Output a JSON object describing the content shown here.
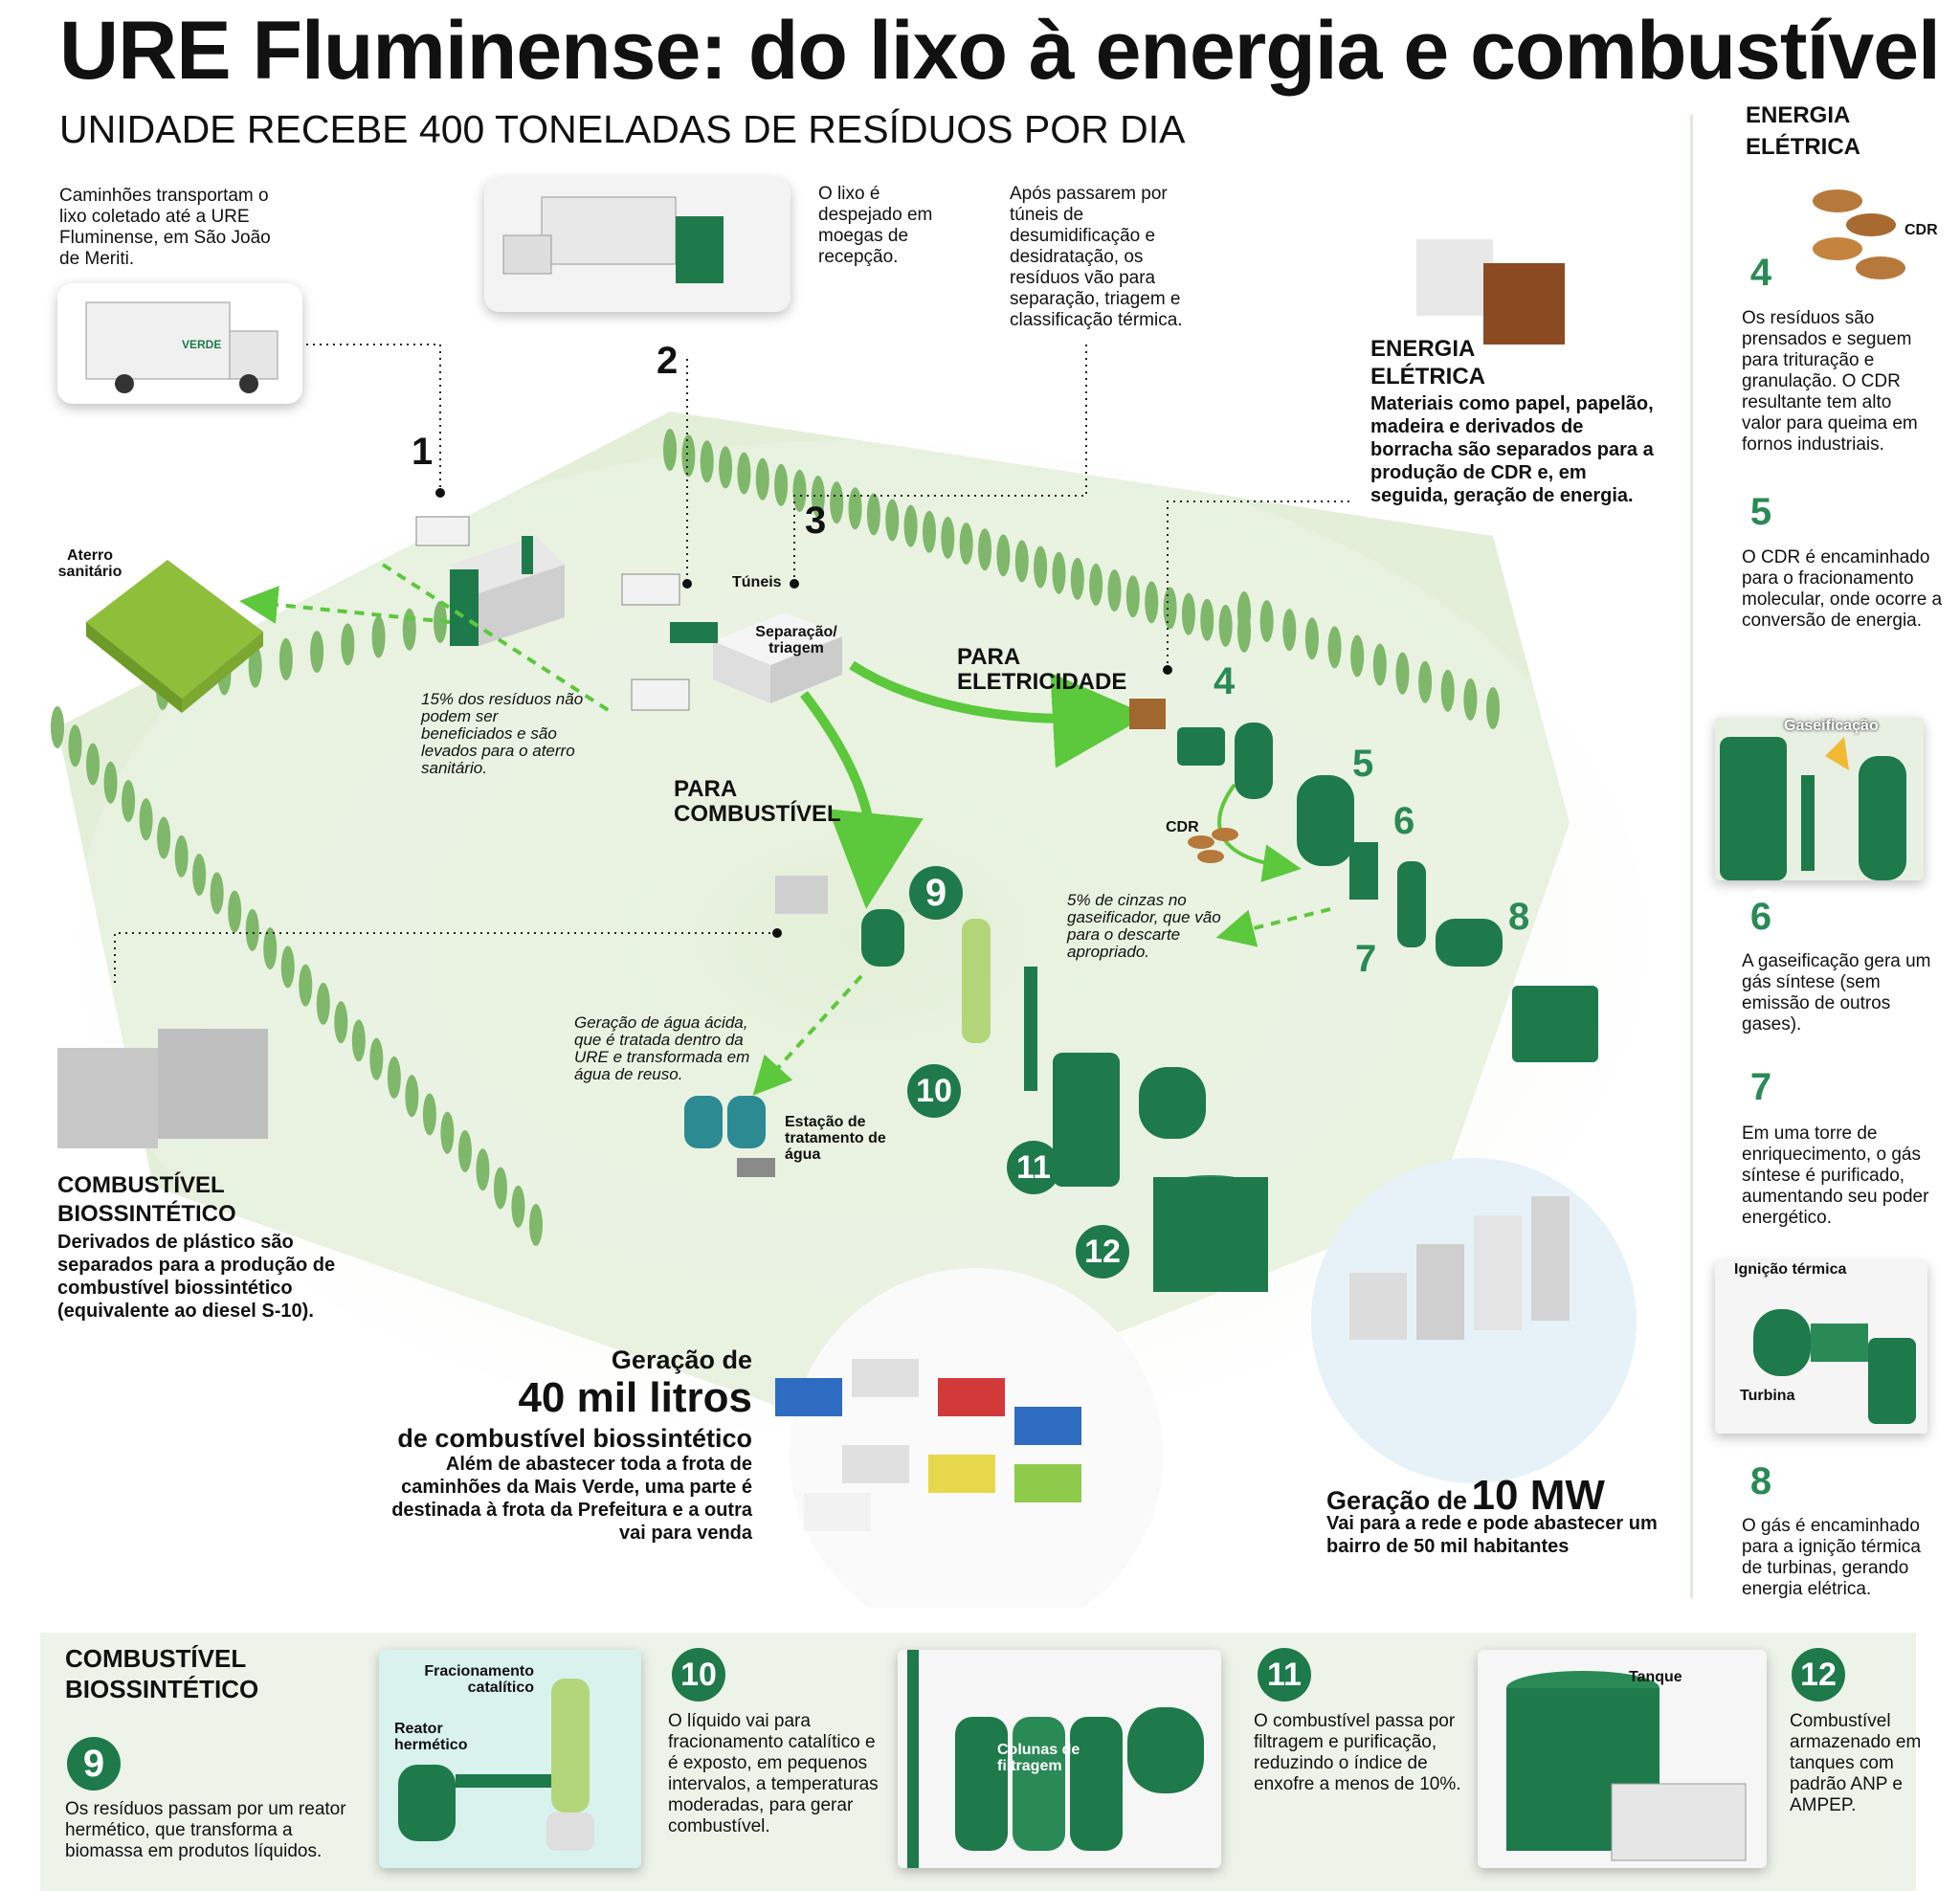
{
  "header": {
    "title": "URE Fluminense: do lixo à energia e combustível",
    "subtitle": "UNIDADE RECEBE 400 TONELADAS DE RESÍDUOS POR DIA"
  },
  "steps_top": {
    "s1_text": "Caminhões transportam o lixo coletado até a URE Fluminense, em São João de Meriti.",
    "s1_num": "1",
    "s2_text": "O lixo é despejado em moegas de recepção.",
    "s2_num": "2",
    "s3_text": "Após passarem por túneis de desumidificação e desidratação, os resíduos vão para separação, triagem e classificação térmica.",
    "s3_num": "3",
    "truck_brand": "VERDE"
  },
  "energy_block": {
    "title_line1": "ENERGIA",
    "title_line2": "ELÉTRICA",
    "text": "Materiais como papel, papelão, madeira e derivados de borracha são separados para a produção de CDR e, em seguida, geração de energia."
  },
  "map_labels": {
    "aterro": "Aterro sanitário",
    "aterro_note": "15% dos resíduos não podem ser beneficiados e são levados para o aterro sanitário.",
    "tuneis": "Túneis",
    "separacao": "Separação/ triagem",
    "para_eletricidade": "PARA ELETRICIDADE",
    "para_combustivel": "PARA COMBUSTÍVEL",
    "cdr": "CDR",
    "cinzas_note": "5% de cinzas no gaseificador, que vão para o descarte apropriado.",
    "agua_note": "Geração de água ácida, que é tratada dentro da URE e transformada em água de reuso.",
    "estacao": "Estação de tratamento de água",
    "n4": "4",
    "n5": "5",
    "n6": "6",
    "n7": "7",
    "n8": "8",
    "n9": "9",
    "n10": "10",
    "n11": "11",
    "n12": "12"
  },
  "fuel_block": {
    "title_line1": "COMBUSTÍVEL",
    "title_line2": "BIOSSINTÉTICO",
    "text": "Derivados de plástico são separados para a produção de combustível biossintético (equivalente ao diesel S-10)."
  },
  "fuel_output": {
    "line1": "Geração de",
    "line2": "40 mil litros",
    "line3": "de combustível biossintético",
    "text": "Além de abastecer toda a frota de caminhões da Mais Verde, uma parte é destinada à frota da Prefeitura e a outra vai para venda"
  },
  "power_output": {
    "prefix": "Geração de",
    "value": "10 MW",
    "text": "Vai para a rede e pode abastecer um bairro de 50 mil habitantes"
  },
  "sidebar": {
    "title_line1": "ENERGIA",
    "title_line2": "ELÉTRICA",
    "cdr_label": "CDR",
    "s4_num": "4",
    "s4_text": "Os resíduos são prensados e seguem para trituração e granulação. O CDR resultante tem alto valor para queima em fornos industriais.",
    "s5_num": "5",
    "s5_text": "O CDR é encaminhado para o fracionamento molecular, onde ocorre a conversão de energia.",
    "gaseificacao_label": "Gaseificação",
    "s6_num": "6",
    "s6_text": "A gaseificação gera um gás síntese (sem emissão de outros gases).",
    "s7_num": "7",
    "s7_text": "Em uma torre de enriquecimento, o gás síntese é purificado, aumentando seu poder energético.",
    "ignicao_label": "Ignição térmica",
    "turbina_label": "Turbina",
    "s8_num": "8",
    "s8_text": "O gás é encaminhado para a ignição térmica de turbinas, gerando energia elétrica."
  },
  "bottom": {
    "title_line1": "COMBUSTÍVEL",
    "title_line2": "BIOSSINTÉTICO",
    "s9_num": "9",
    "s9_text": "Os resíduos passam por um reator hermético, que transforma a biomassa em produtos líquidos.",
    "fracionamento_label": "Fracionamento catalítico",
    "reator_label": "Reator hermético",
    "s10_num": "10",
    "s10_text": "O líquido vai para fracionamento catalítico e é exposto, em pequenos intervalos, a temperaturas moderadas, para gerar combustível.",
    "colunas_label": "Colunas de filtragem",
    "s11_num": "11",
    "s11_text": "O combustível passa por filtragem e purificação, reduzindo o índice de enxofre a menos de 10%.",
    "tanque_label": "Tanque",
    "s12_num": "12",
    "s12_text": "Combustível armazenado em tanques com padrão ANP e AMPEP."
  },
  "colors": {
    "brand_green": "#1e7a4a",
    "arrow_green": "#5cc83c",
    "field_green": "#e6f0dc"
  }
}
